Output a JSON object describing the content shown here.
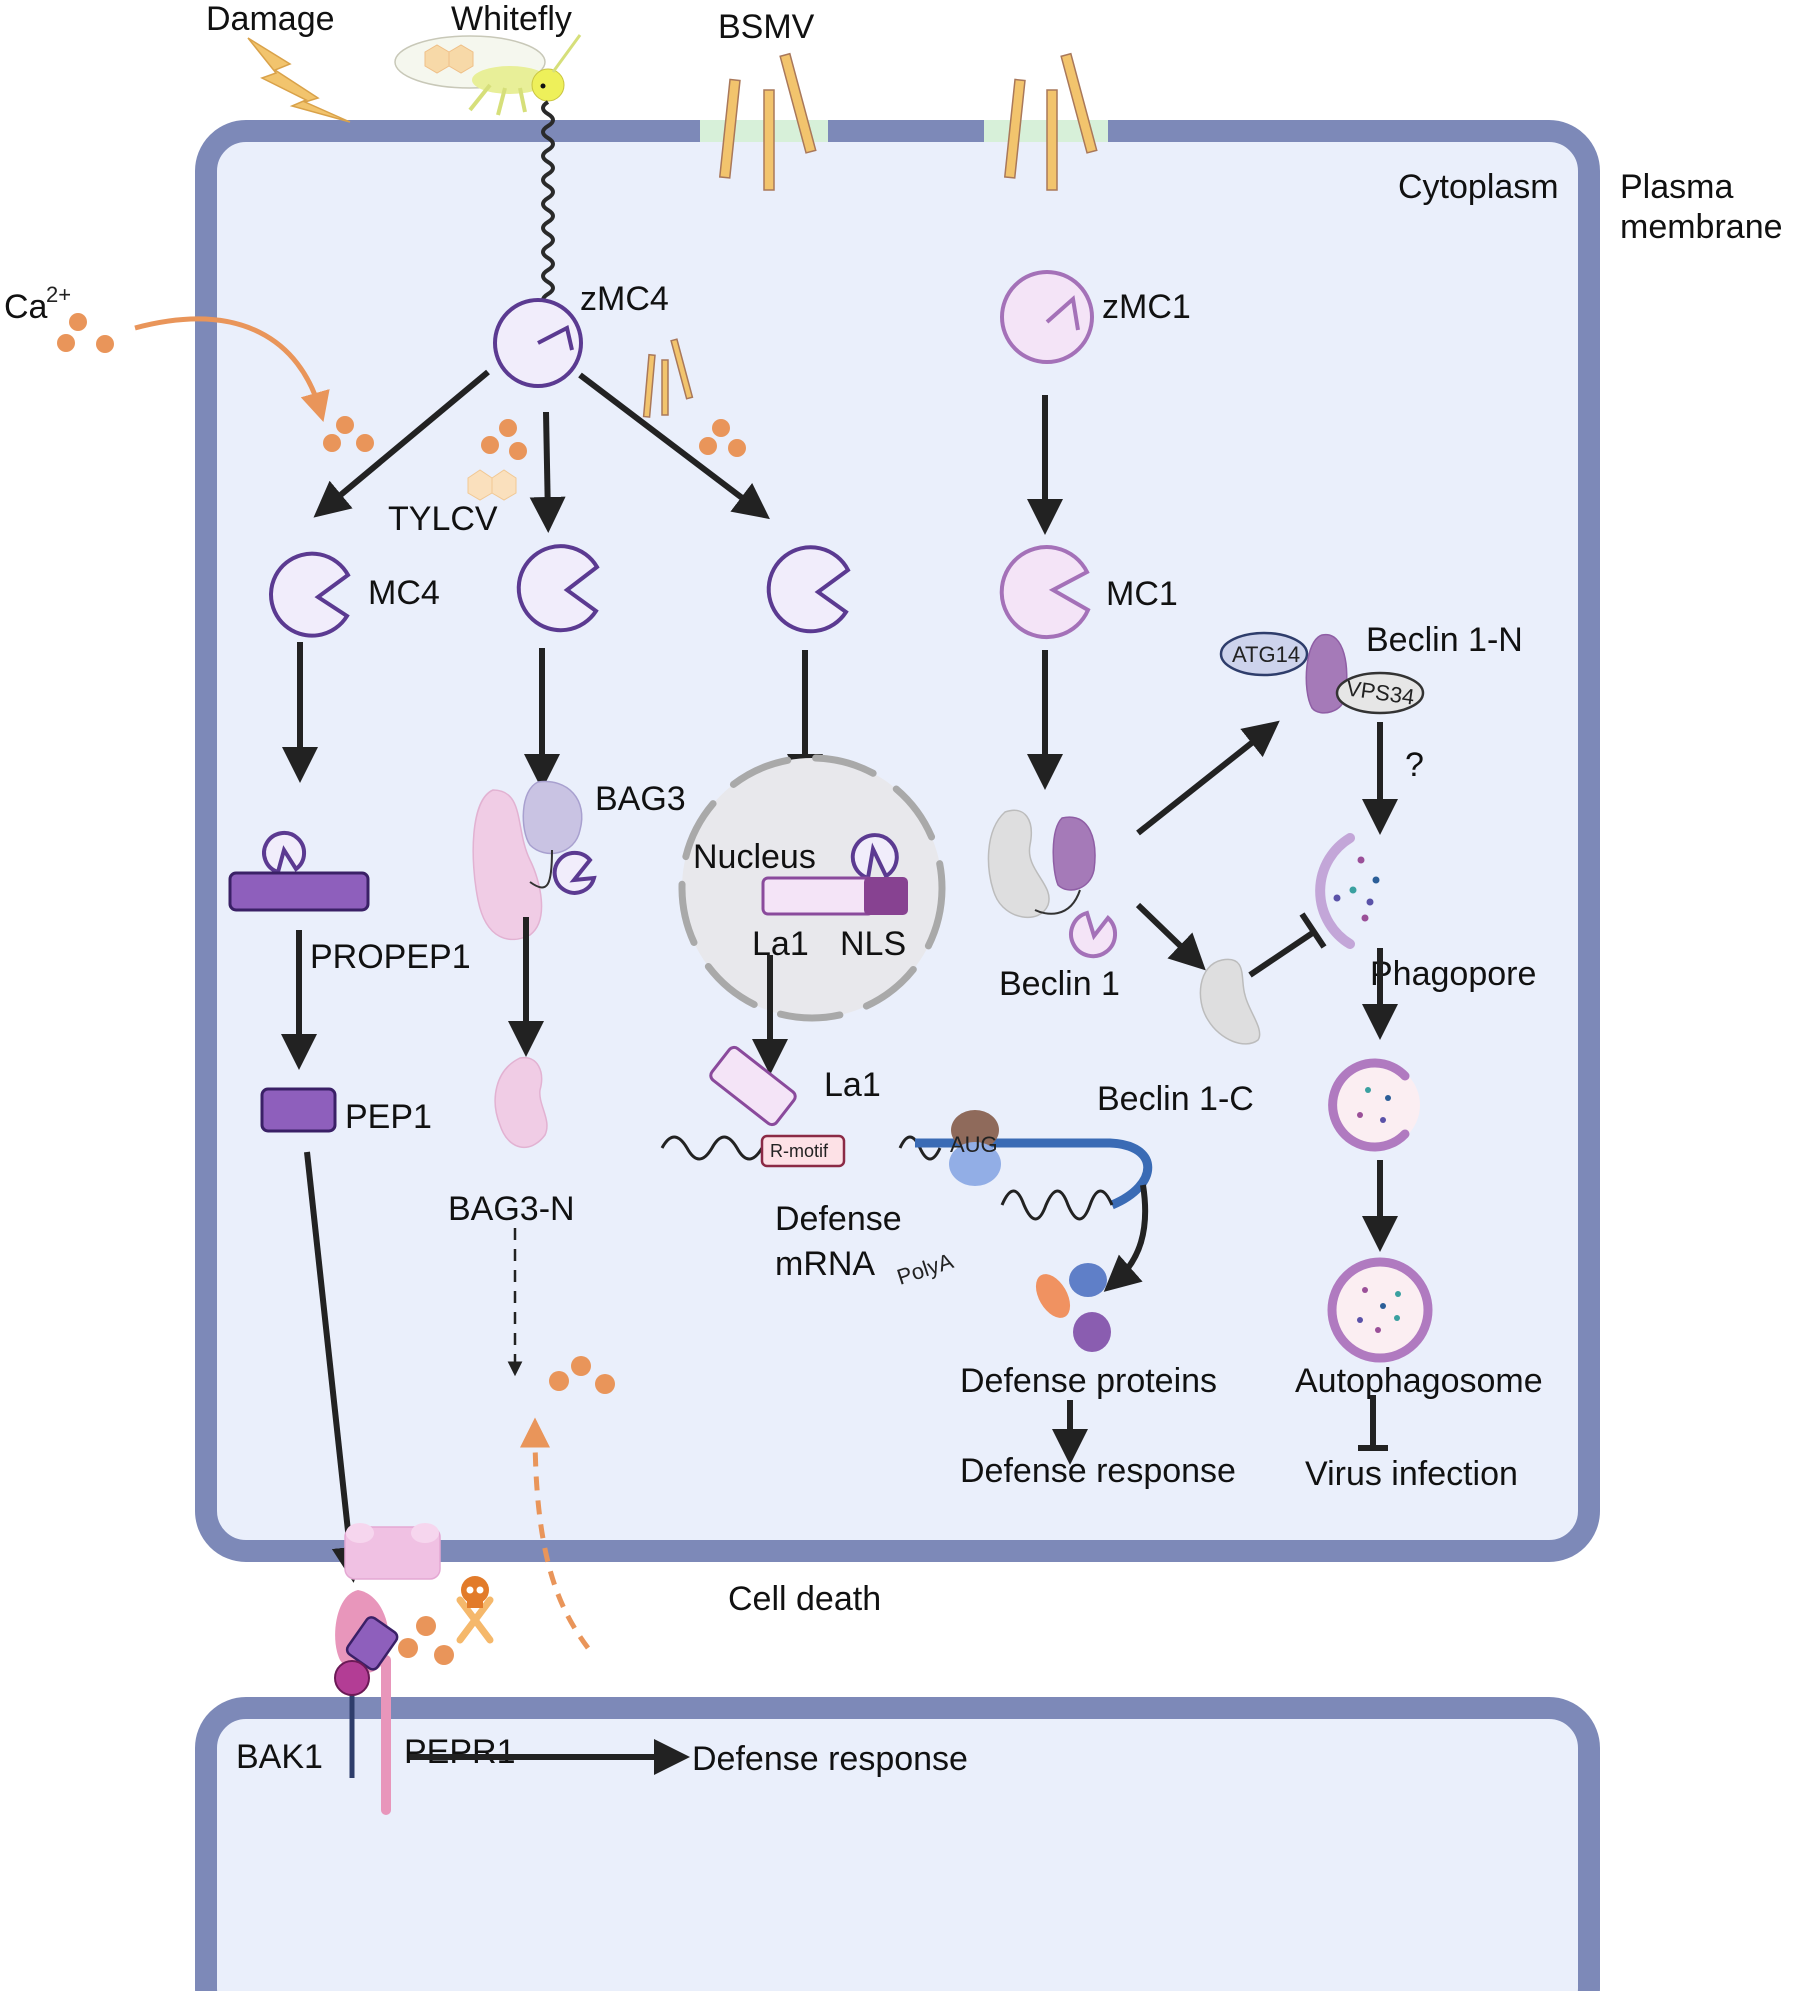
{
  "diagram": {
    "compartments": {
      "cytoplasm": "Cytoplasm",
      "plasma_membrane_line1": "Plasma",
      "plasma_membrane_line2": "membrane",
      "nucleus": "Nucleus"
    },
    "stimuli": {
      "damage": "Damage",
      "whitefly": "Whitefly",
      "bsmv": "BSMV",
      "calcium": "Ca",
      "calcium_charge": "2+",
      "tylcv": "TYLCV"
    },
    "proteins": {
      "zmc4": "zMC4",
      "zmc1": "zMC1",
      "mc4": "MC4",
      "mc1": "MC1",
      "propep1": "PROPEP1",
      "pep1": "PEP1",
      "bag3": "BAG3",
      "bag3_n": "BAG3-N",
      "la1_nucleus": "La1",
      "nls": "NLS",
      "la1": "La1",
      "r_motif": "R-motif",
      "aug": "AUG",
      "defense_mrna_line1": "Defense",
      "defense_mrna_line2": "mRNA",
      "polya": "PolyA",
      "beclin1": "Beclin 1",
      "beclin1_n": "Beclin 1-N",
      "beclin1_c": "Beclin 1-C",
      "atg14": "ATG14",
      "vps34": "VPS34",
      "bak1": "BAK1",
      "pepr1": "PEPR1"
    },
    "outcomes": {
      "defense_proteins": "Defense proteins",
      "defense_response": "Defense response",
      "phagopore": "Phagopore",
      "autophagosome": "Autophagosome",
      "virus_infection": "Virus infection",
      "cell_death": "Cell death",
      "neighbor_defense_response": "Defense response",
      "unknown_step": "?"
    },
    "colors": {
      "membrane": "#7d89b8",
      "cytoplasm": "#eaeffb",
      "metacaspase_type_II": "#5b3a91",
      "metacaspase_type_I": "#a471b8",
      "calcium": "#e9955a",
      "mrna_coding": "#3a6bb5"
    }
  }
}
